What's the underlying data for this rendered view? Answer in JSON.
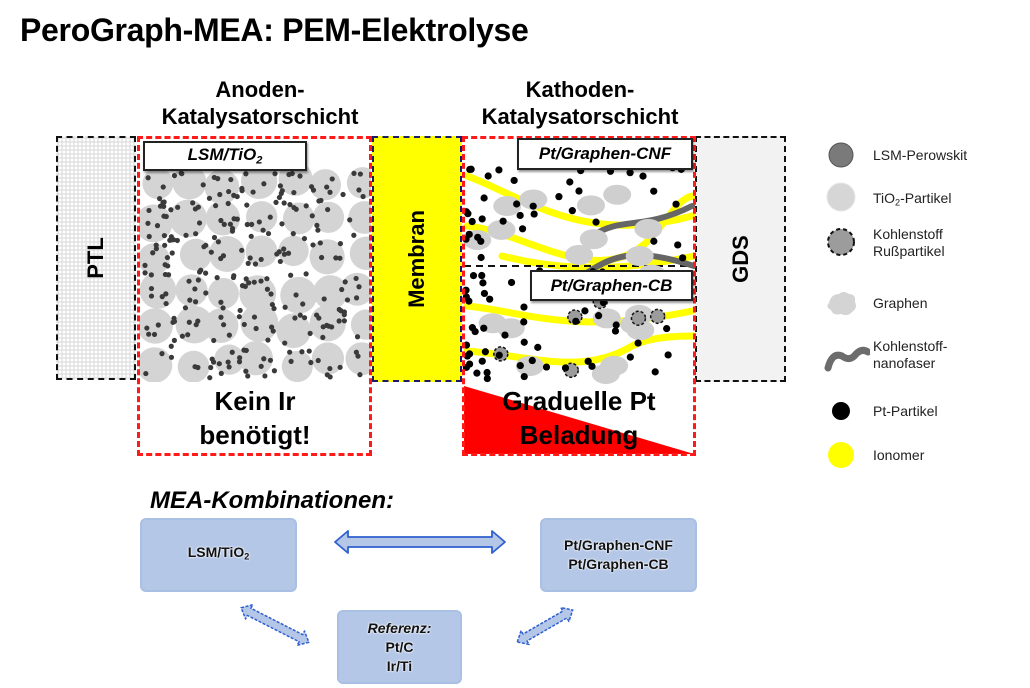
{
  "title": "PeroGraph-MEA: PEM-Elektrolyse",
  "anode": {
    "heading_line1": "Anoden-",
    "heading_line2": "Katalysatorschicht",
    "label": "LSM/TiO",
    "label_sub": "2",
    "note_line1": "Kein Ir",
    "note_line2": "benötigt!"
  },
  "cathode": {
    "heading_line1": "Kathoden-",
    "heading_line2": "Katalysatorschicht",
    "label_top": "Pt/Graphen-CNF",
    "label_bottom": "Pt/Graphen-CB",
    "note_line1": "Graduelle Pt",
    "note_line2": "Beladung"
  },
  "layers": {
    "ptl": "PTL",
    "membrane": "Membran",
    "gds": "GDS"
  },
  "legend": [
    {
      "icon": "lsm-perovskite-particle-icon",
      "label": "LSM-Perowskit"
    },
    {
      "icon": "tio2-particle-icon",
      "label_pre": "TiO",
      "label_sub": "2",
      "label_post": "-Partikel"
    },
    {
      "icon": "carbon-black-particle-icon",
      "label": "Kohlenstoff",
      "label2": "Rußpartikel"
    },
    {
      "icon": "graphene-icon",
      "label": "Graphen"
    },
    {
      "icon": "carbon-nanofiber-icon",
      "label": "Kohlenstoff-",
      "label2": "nanofaser"
    },
    {
      "icon": "pt-particle-icon",
      "label": "Pt-Partikel"
    },
    {
      "icon": "ionomer-icon",
      "label": "Ionomer"
    }
  ],
  "colors": {
    "membrane": "#ffff00",
    "red_dashed": "#ff1a1a",
    "pt_gradient": "#ff0000",
    "combo_box": "#b4c7e7",
    "arrow_stroke": "#2f5fd0"
  },
  "combinations": {
    "heading": "MEA-Kombinationen:",
    "anode_box": {
      "text": "LSM/TiO",
      "sub": "2"
    },
    "cathode_box": {
      "line1": "Pt/Graphen-CNF",
      "line2": "Pt/Graphen-CB"
    },
    "reference_box": {
      "heading": "Referenz:",
      "line1": "Pt/C",
      "line2": "Ir/Ti"
    }
  }
}
